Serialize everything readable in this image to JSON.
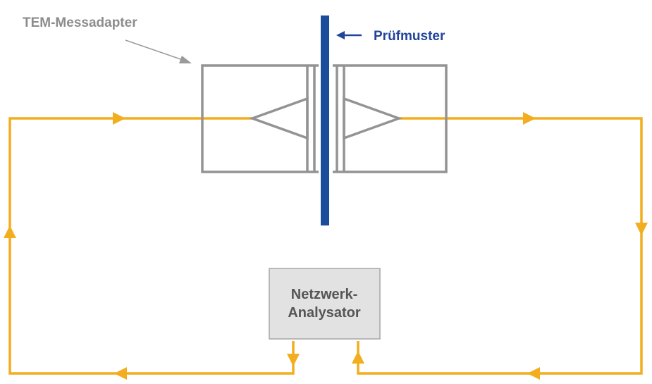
{
  "labels": {
    "adapter": "TEM-Messadapter",
    "sample": "Prüfmuster",
    "analyzer_line1": "Netzwerk-",
    "analyzer_line2": "Analysator"
  },
  "colors": {
    "signal_line": "#F2AE1E",
    "adapter_outline": "#939393",
    "sample_bar": "#1B4B9B",
    "sample_label": "#23449A",
    "adapter_label": "#8C8C8C",
    "analyzer_fill": "#E2E2E2",
    "analyzer_border": "#A6A6A6",
    "analyzer_text": "#555555"
  }
}
